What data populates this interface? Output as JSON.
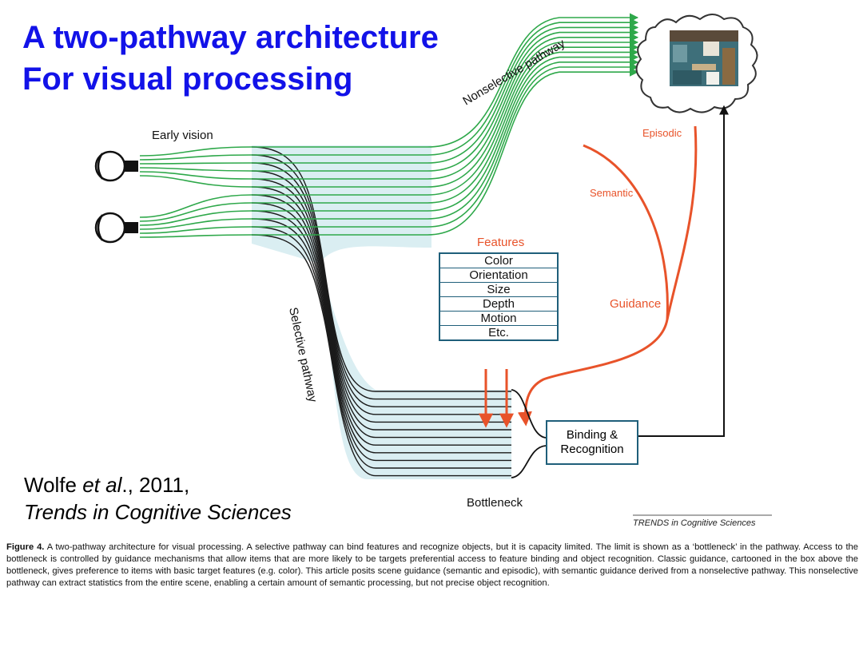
{
  "title": {
    "line1": "A two-pathway architecture",
    "line2": "For visual processing"
  },
  "labels": {
    "early_vision": "Early vision",
    "nonselective_pathway": "Nonselective pathway",
    "selective_pathway": "Selective pathway",
    "episodic": "Episodic",
    "semantic": "Semantic",
    "guidance": "Guidance",
    "bottleneck": "Bottleneck",
    "binding_line1": "Binding &",
    "binding_line2": "Recognition",
    "journal_credit": "TRENDS in Cognitive Sciences"
  },
  "features": {
    "heading": "Features",
    "items": [
      "Color",
      "Orientation",
      "Size",
      "Depth",
      "Motion",
      "Etc."
    ]
  },
  "citation": {
    "author": "Wolfe ",
    "etal": "et al",
    "year": "., 2011,",
    "journal": "Trends in Cognitive Sciences"
  },
  "caption": {
    "label": "Figure 4.",
    "text": "A two-pathway architecture for visual processing. A selective pathway can bind features and recognize objects, but it is capacity limited. The limit is shown as a ‘bottleneck’ in the pathway. Access to the bottleneck is controlled by guidance mechanisms that allow items that are more likely to be targets preferential access to feature binding and object recognition. Classic guidance, cartooned in the box above the bottleneck, gives preference to items with basic target features (e.g. color). This article posits scene guidance (semantic and episodic), with semantic guidance derived from a nonselective pathway. This nonselective pathway can extract statistics from the entire scene, enabling a certain amount of semantic processing, but not precise object recognition."
  },
  "colors": {
    "title": "#1212e8",
    "green_pathway": "#2ea84a",
    "dark_pathway": "#1a1a1a",
    "guidance_arrow": "#e8532a",
    "box_border": "#1f5f7a",
    "band_fill": "#cde8ee"
  },
  "icons": [
    "eye-icon",
    "kitchen-scene-image",
    "thought-cloud"
  ]
}
